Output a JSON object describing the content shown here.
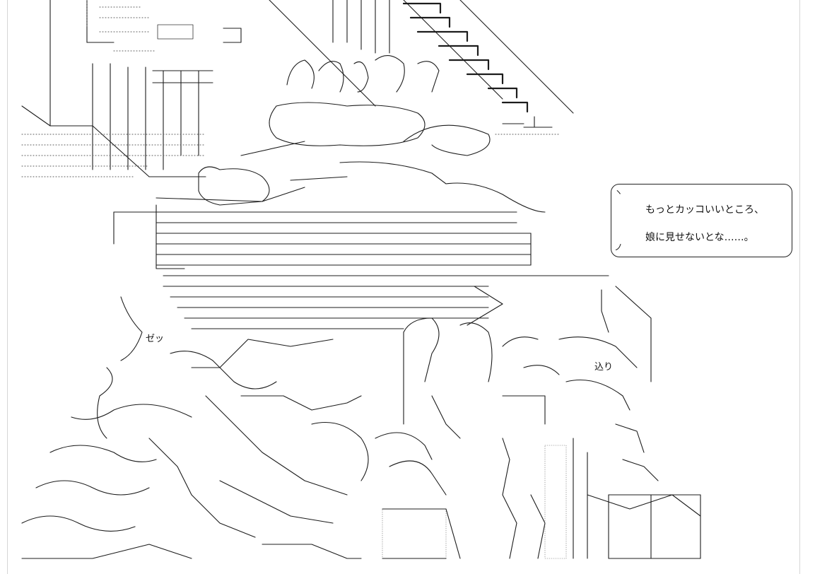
{
  "speech_bubble": {
    "lines": [
      "もっとカッコいいところ、",
      "娘に見せないとな……。"
    ],
    "corner_marks": [
      "ヽ",
      "ノ"
    ]
  },
  "sound_effects": [
    "ゼッ",
    "込り"
  ],
  "colors": {
    "ink": "#1c1c1c",
    "paper": "#ffffff"
  }
}
